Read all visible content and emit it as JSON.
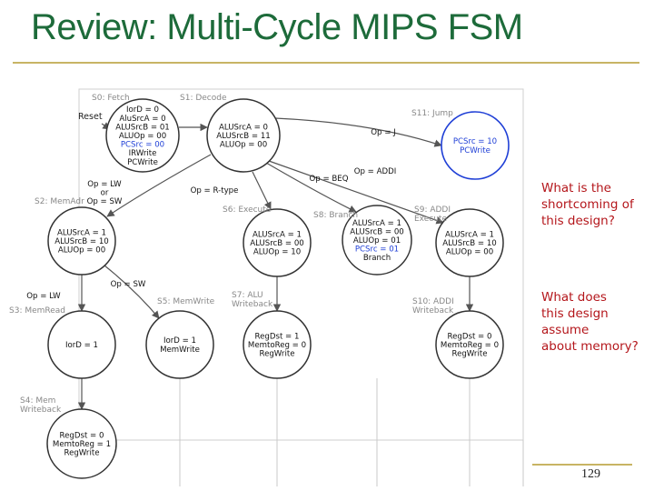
{
  "slide": {
    "title": "Review: Multi-Cycle MIPS FSM",
    "questions": [
      [
        "What is the",
        "shortcoming of",
        "this design?"
      ],
      [
        "What does",
        "this design",
        "assume",
        "about memory?"
      ]
    ],
    "slide_number": "129"
  },
  "colors": {
    "title": "#1d6b3a",
    "rule": "#c8b464",
    "question": "#b4161b",
    "pc_highlight": "#1f3fd6",
    "state_label": "#888888"
  },
  "diagram": {
    "reset_label": "Reset",
    "states": [
      {
        "id": "s0",
        "label": "S0: Fetch",
        "lines": [
          "IorD = 0",
          "AluSrcA = 0",
          "ALUSrcB = 01",
          "ALUOp = 00",
          "PCSrc = 00",
          "IRWrite",
          "PCWrite"
        ],
        "highlight": [
          4
        ]
      },
      {
        "id": "s1",
        "label": "S1: Decode",
        "lines": [
          "ALUSrcA = 0",
          "ALUSrcB = 11",
          "ALUOp = 00"
        ],
        "highlight": []
      },
      {
        "id": "s11",
        "label": "S11: Jump",
        "lines": [
          "PCSrc = 10",
          "PCWrite"
        ],
        "highlight": [
          0,
          1
        ]
      },
      {
        "id": "s2",
        "label": "S2: MemAdr",
        "lines": [
          "ALUSrcA = 1",
          "ALUSrcB = 10",
          "ALUOp = 00"
        ],
        "highlight": []
      },
      {
        "id": "s6",
        "label": "S6: Execute",
        "lines": [
          "ALUSrcA = 1",
          "ALUSrcB = 00",
          "ALUOp = 10"
        ],
        "highlight": []
      },
      {
        "id": "s8",
        "label": "S8: Branch",
        "lines": [
          "ALUSrcA = 1",
          "ALUSrcB = 00",
          "ALUOp = 01",
          "PCSrc = 01",
          "Branch"
        ],
        "highlight": [
          3
        ]
      },
      {
        "id": "s9",
        "label": "S9: ADDI Execute",
        "lines": [
          "ALUSrcA = 1",
          "ALUSrcB = 10",
          "ALUOp = 00"
        ],
        "highlight": []
      },
      {
        "id": "s3",
        "label": "S3: MemRead",
        "lines": [
          "IorD = 1"
        ],
        "highlight": []
      },
      {
        "id": "s5",
        "label": "S5: MemWrite",
        "lines": [
          "IorD = 1",
          "MemWrite"
        ],
        "highlight": []
      },
      {
        "id": "s7",
        "label": "S7: ALU Writeback",
        "lines": [
          "RegDst = 1",
          "MemtoReg = 0",
          "RegWrite"
        ],
        "highlight": []
      },
      {
        "id": "s10",
        "label": "S10: ADDI Writeback",
        "lines": [
          "RegDst = 0",
          "MemtoReg = 0",
          "RegWrite"
        ],
        "highlight": []
      },
      {
        "id": "s4",
        "label": "S4: Mem Writeback",
        "lines": [
          "RegDst = 0",
          "MemtoReg = 1",
          "RegWrite"
        ],
        "highlight": []
      }
    ],
    "conditions": [
      {
        "id": "c-j",
        "lines": [
          "Op = J"
        ]
      },
      {
        "id": "c-addi",
        "lines": [
          "Op = ADDI"
        ]
      },
      {
        "id": "c-beq",
        "lines": [
          "Op = BEQ"
        ]
      },
      {
        "id": "c-rtype",
        "lines": [
          "Op = R-type"
        ]
      },
      {
        "id": "c-lwsw",
        "lines": [
          "Op = LW",
          "or",
          "Op = SW"
        ]
      },
      {
        "id": "c-sw",
        "lines": [
          "Op = SW"
        ]
      },
      {
        "id": "c-lw",
        "lines": [
          "Op = LW"
        ]
      }
    ]
  }
}
